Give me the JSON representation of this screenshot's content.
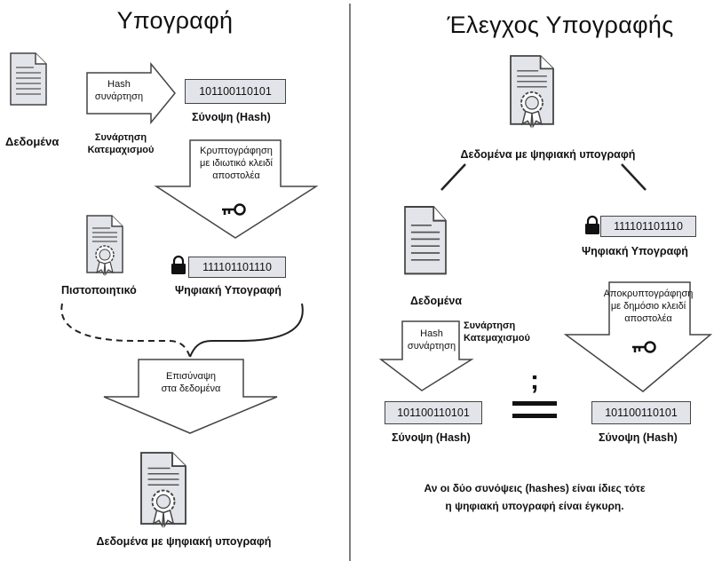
{
  "signing": {
    "title": "Υπογραφή",
    "data_label": "Δεδομένα",
    "hash_arrow_label": [
      "Hash",
      "συνάρτηση"
    ],
    "hash_function_label": [
      "Συνάρτηση",
      "Κατεμαχισμού"
    ],
    "hash_value": "101100110101",
    "hash_caption": "Σύνοψη (Hash)",
    "encrypt_label": [
      "Κρυπτογράφηση",
      "με ιδιωτικό κλειδί",
      "αποστολέα"
    ],
    "certificate_label": "Πιστοποιητικό",
    "signature_value": "111101101110",
    "signature_label": "Ψηφιακή Υπογραφή",
    "attach_label": [
      "Επισύναψη",
      "στα δεδομένα"
    ],
    "result_label": "Δεδομένα με ψηφιακή υπογραφή"
  },
  "verification": {
    "title": "Έλεγχος Υπογραφής",
    "signed_data_label": "Δεδομένα με ψηφιακή υπογραφή",
    "data_label": "Δεδομένα",
    "signature_value": "111101101110",
    "signature_label": "Ψηφιακή Υπογραφή",
    "hash_arrow_label": [
      "Hash",
      "συνάρτηση"
    ],
    "hash_function_label": [
      "Συνάρτηση",
      "Κατεμαχισμού"
    ],
    "decrypt_label": [
      "Αποκρυπτογράφηση",
      "με δημόσιο κλειδί",
      "αποστολέα"
    ],
    "question_mark": ";",
    "hash_value_left": "101100110101",
    "hash_value_right": "101100110101",
    "hash_caption_left": "Σύνοψη (Hash)",
    "hash_caption_right": "Σύνοψη (Hash)",
    "conclusion": [
      "Αν οι δύο συνόψεις (hashes) είναι ίδιες τότε",
      "η ψηφιακή υπογραφή είναι έγκυρη."
    ]
  },
  "icons": [
    "document-icon",
    "certificate-icon",
    "lock-icon",
    "key-icon",
    "arrow-right-icon",
    "arrow-down-icon",
    "equals-icon"
  ],
  "colors": {
    "fill": "#e2e4ea",
    "stroke": "#444444",
    "text": "#111111"
  }
}
